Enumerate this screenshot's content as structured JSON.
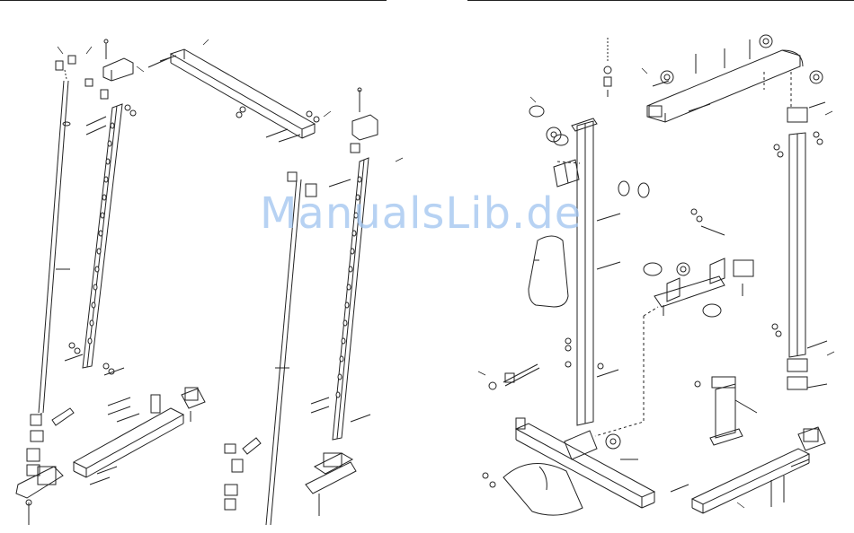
{
  "watermark": {
    "text": "ManualsLib.de",
    "color": "#9fc4ef"
  },
  "drawing": {
    "line_color": "#222222",
    "page_color": "#ffffff"
  },
  "pages": [
    {
      "name": "left-page",
      "content": "exploded-assembly-view"
    },
    {
      "name": "right-page",
      "content": "exploded-assembly-view"
    }
  ]
}
